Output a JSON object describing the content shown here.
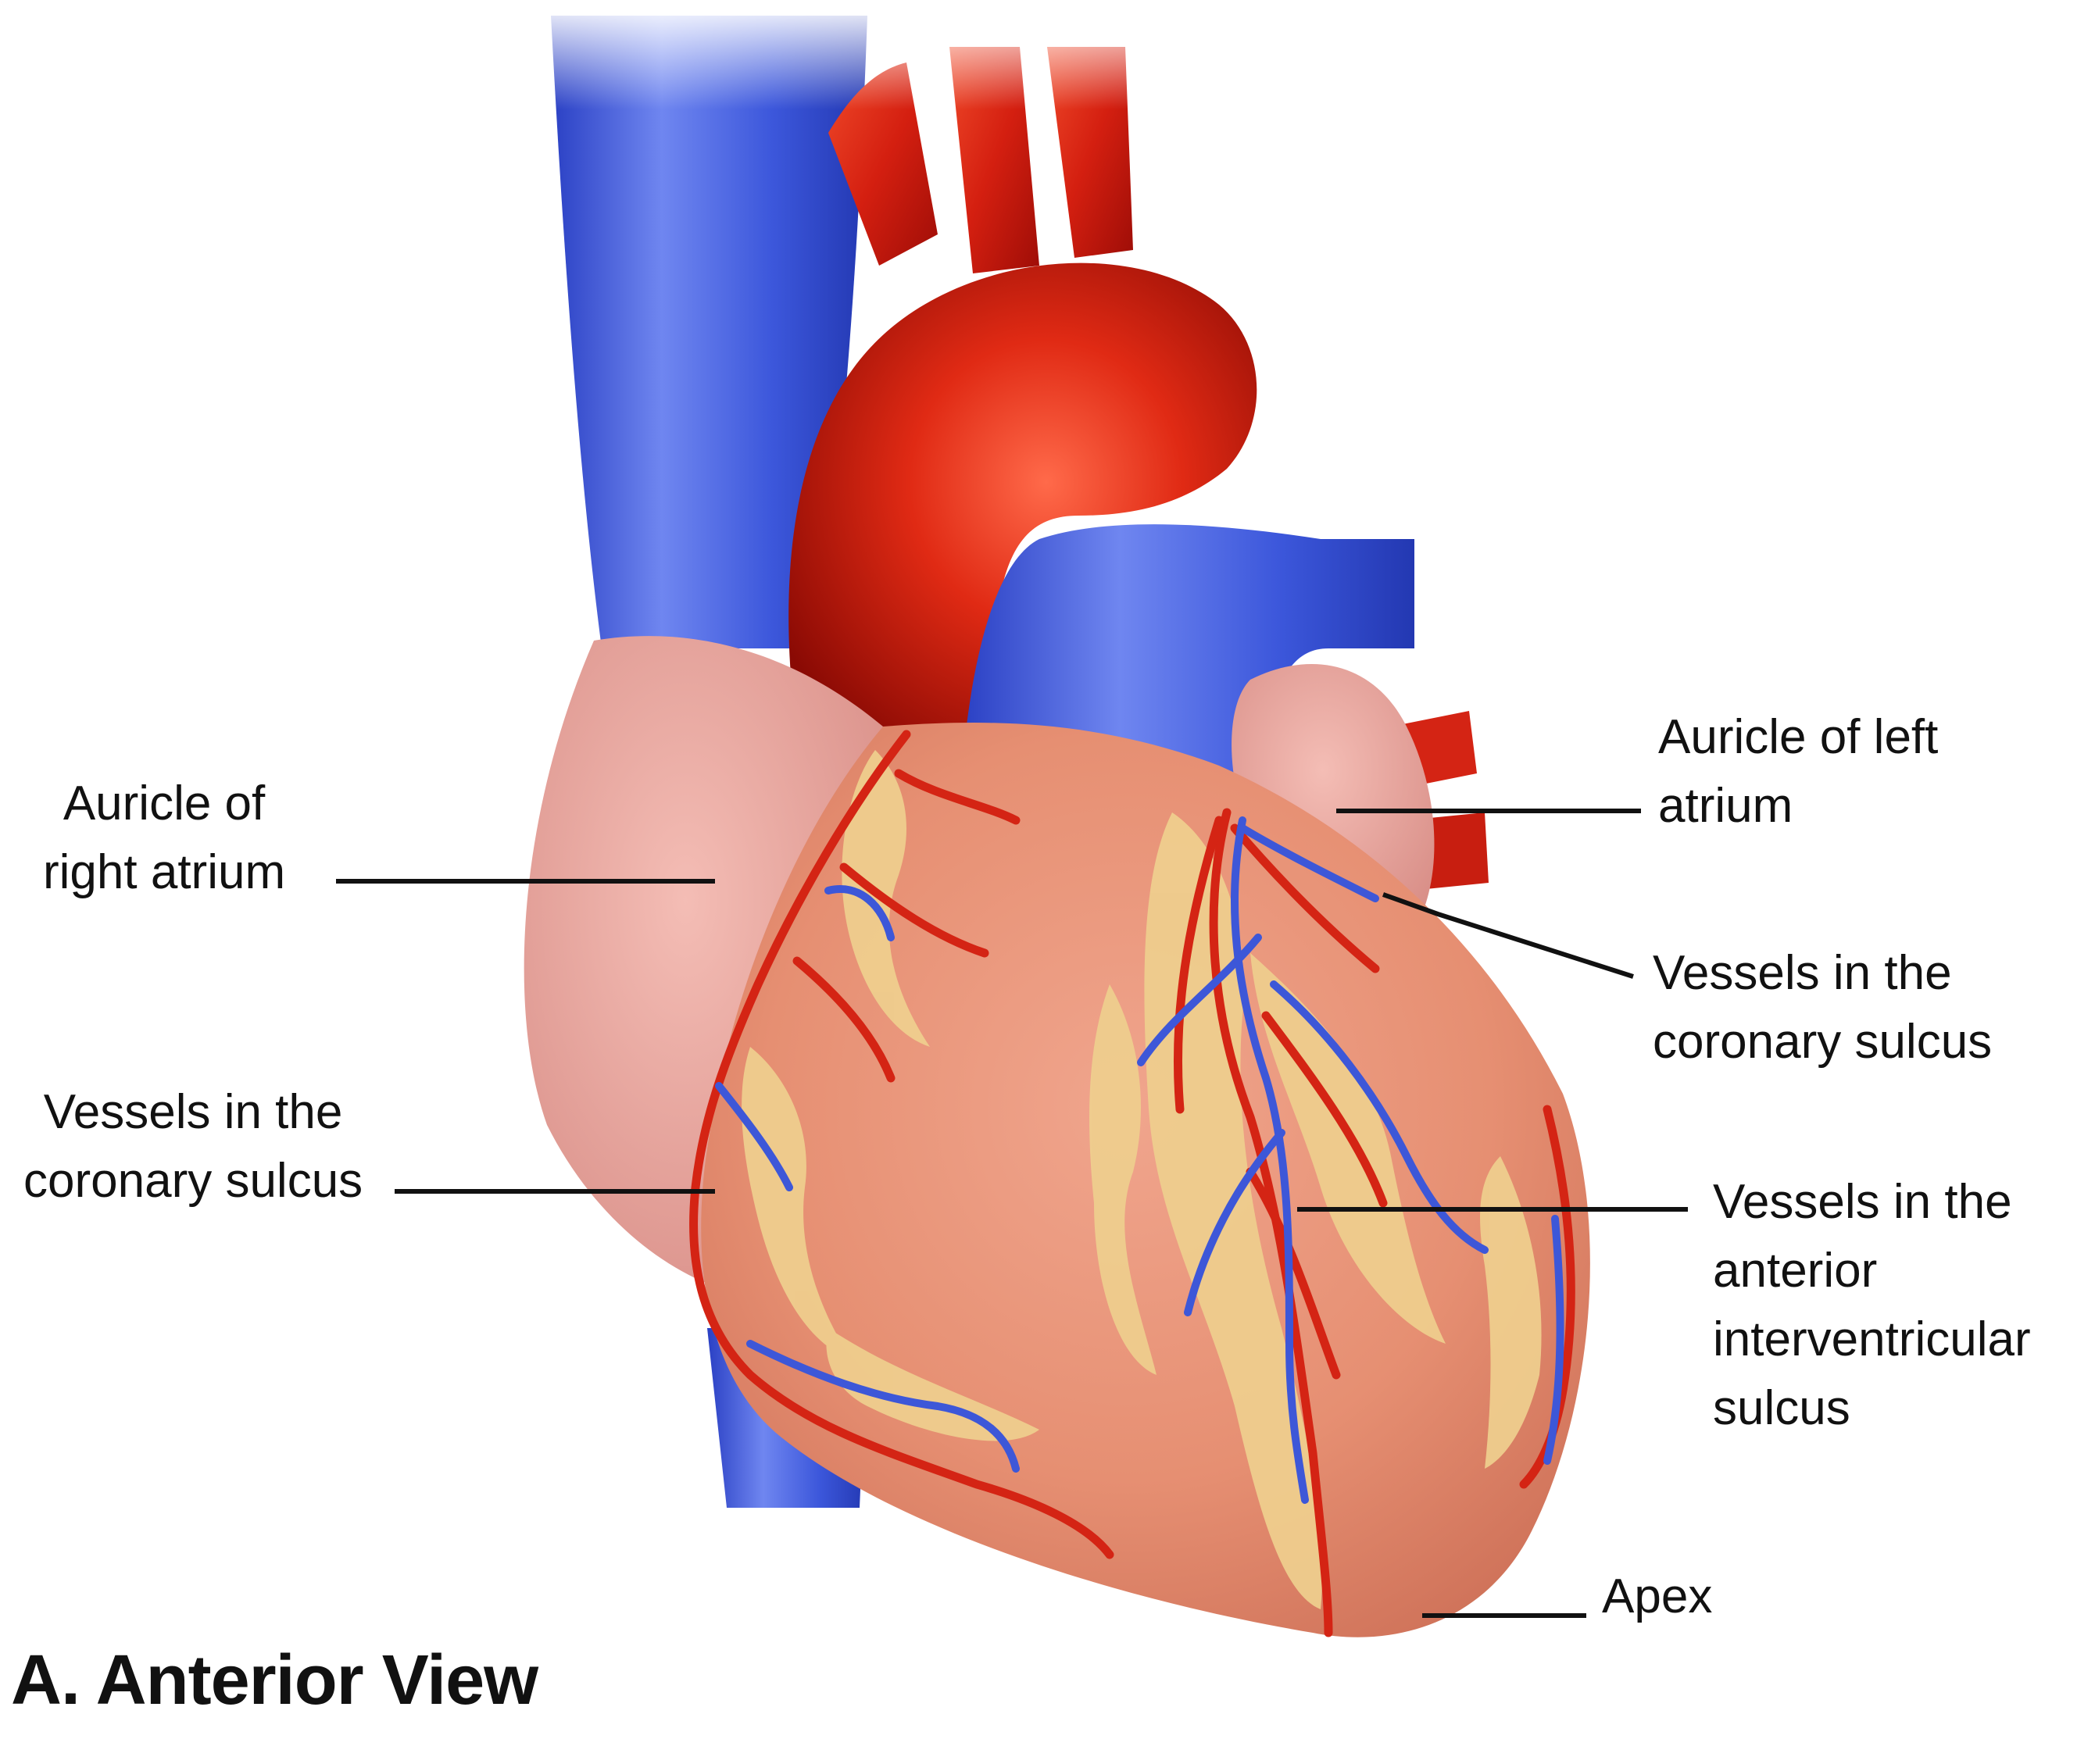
{
  "labels": {
    "auricle_right_atrium": "Auricle of\nright atrium",
    "auricle_left_atrium": "Auricle of left\natrium",
    "vessels_coronary_sulcus_left": "Vessels in the\ncoronary sulcus",
    "vessels_coronary_sulcus_right": "Vessels in the\ncoronary sulcus",
    "vessels_anterior_interventricular": "Vessels in the\nanterior\ninterventricular\nsulcus",
    "apex": "Apex"
  },
  "caption": "A. Anterior View",
  "colors": {
    "vein_blue": "#3d57d8",
    "artery_red": "#d42414",
    "myocardium": "#e69478",
    "atrium_pink": "#ecaaa3",
    "fat_yellow": "#efcf8e",
    "leader_line": "#111111"
  }
}
